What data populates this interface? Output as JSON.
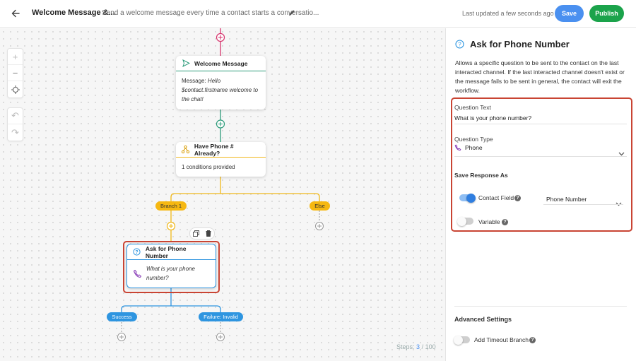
{
  "header": {
    "workflow_title": "Welcome Message &...",
    "workflow_description": "Send a welcome message every time a contact starts a conversatio...",
    "last_updated": "Last updated a few seconds ago",
    "save_label": "Save",
    "publish_label": "Publish"
  },
  "colors": {
    "accent_blue": "#4a90f0",
    "publish_green": "#1ba34b",
    "branch_yellow": "#f6b812",
    "branch_blue": "#2e95e0",
    "selection_red": "#c94433",
    "link_pink": "#d6336c",
    "link_teal": "#2c9b7a"
  },
  "canvas": {
    "toolbar": [
      "zoom-in",
      "zoom-out",
      "recenter",
      "undo",
      "redo"
    ],
    "nodes": {
      "welcome": {
        "title": "Welcome Message",
        "message_label": "Message:",
        "message_text": "Hello $contact.firstname welcome to the chat!"
      },
      "condition": {
        "title": "Have Phone # Already?",
        "body": "1 conditions provided"
      },
      "ask": {
        "title": "Ask for Phone Number",
        "question": "What is your phone number?"
      }
    },
    "branches": {
      "branch1": "Branch 1",
      "else": "Else",
      "success": "Success",
      "failure": "Failure: Invalid"
    },
    "steps_label": "Steps:",
    "steps_used": "3",
    "steps_max": "/ 100"
  },
  "panel": {
    "title": "Ask for Phone Number",
    "description": "Allows a specific question to be sent to the contact on the last interacted channel. If the last interacted channel doesn't exist or the message fails to be sent in general, the contact will exit the workflow.",
    "question_text_label": "Question Text",
    "question_text_value": "What is your phone number?",
    "question_type_label": "Question Type",
    "question_type_value": "Phone",
    "save_response_label": "Save Response As",
    "contact_field_label": "Contact Field",
    "contact_field_value": "Phone Number",
    "contact_field_enabled": true,
    "variable_label": "Variable",
    "variable_enabled": false,
    "advanced_label": "Advanced Settings",
    "timeout_label": "Add Timeout Branch",
    "timeout_enabled": false
  }
}
